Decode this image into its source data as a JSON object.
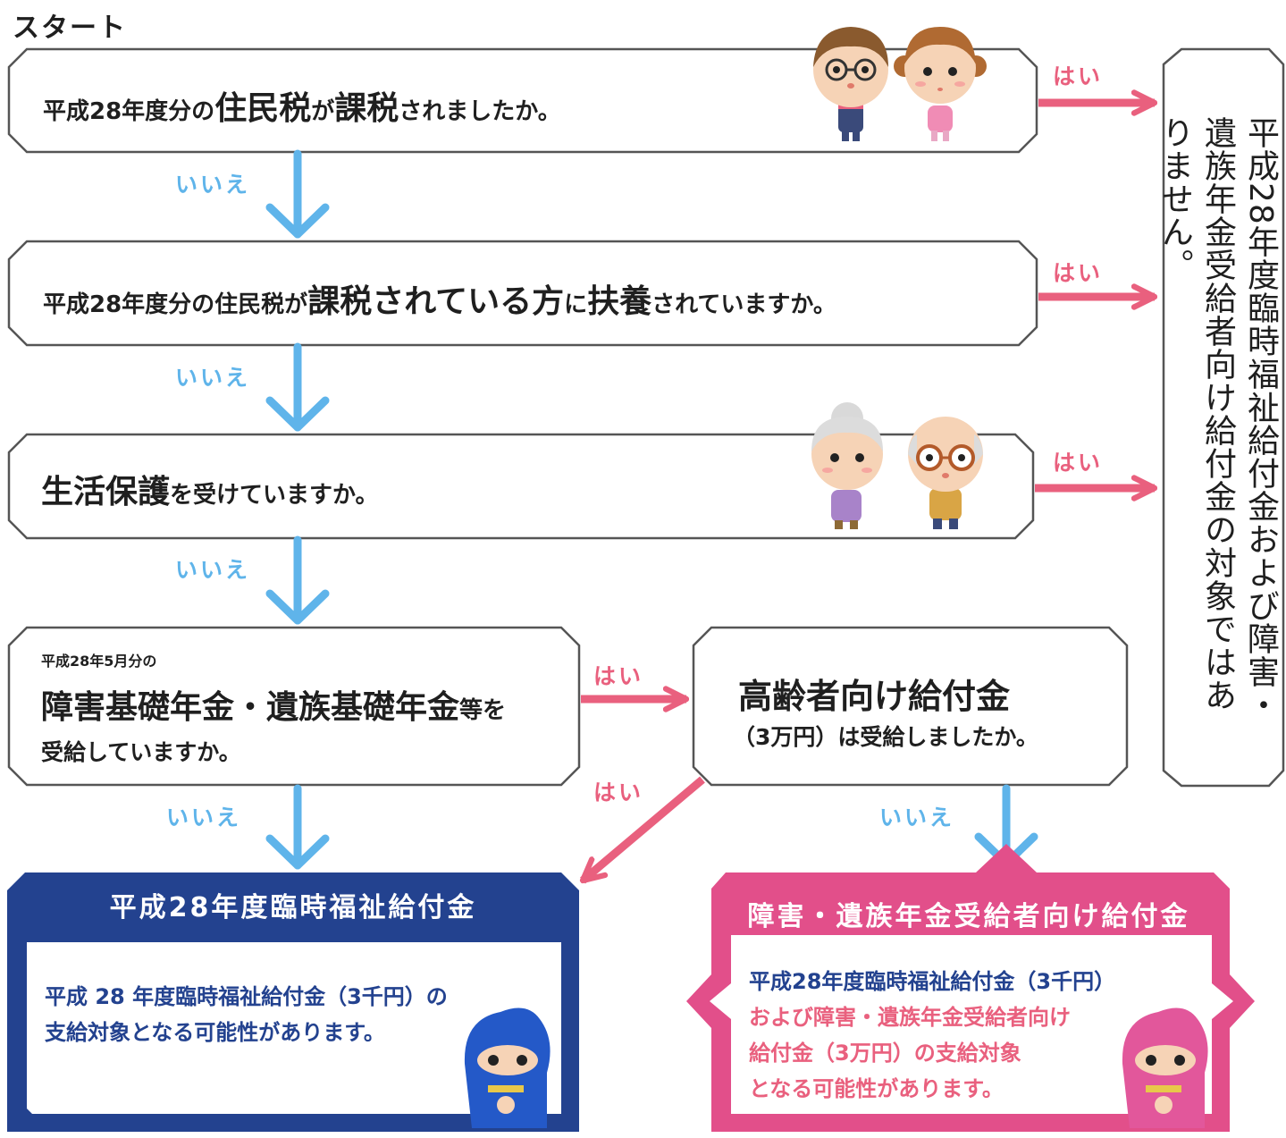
{
  "start": "スタート",
  "q1": {
    "a": "平成28年度分の",
    "b": "住民税",
    "c": "が",
    "d": "課税",
    "e": "されましたか。"
  },
  "q2": {
    "a": "平成28年度分の住民税が",
    "b": "課税されている方",
    "c": "に",
    "d": "扶養",
    "e": "されていますか。"
  },
  "q3": {
    "a": "生活保護",
    "b": "を受けていますか。"
  },
  "q4": {
    "line1": "平成28年5月分の",
    "main": "障害基礎年金・遺族基礎年金",
    "suffix": "等を",
    "line3": "受給していますか。"
  },
  "q5": {
    "title": "高齢者向け給付金",
    "sub": "（3万円）は受給しましたか。"
  },
  "labels": {
    "yes": "はい",
    "no": "いいえ"
  },
  "not_eligible": "平成28年度臨時福祉給付金および障害・遺族年金受給者向け給付金の対象ではありません。",
  "result_blue": {
    "title": "平成28年度臨時福祉給付金",
    "line1": "平成 28 年度臨時福祉給付金（3千円）の",
    "line2": "支給対象となる可能性があります。"
  },
  "result_pink": {
    "title": "障害・遺族年金受給者向け給付金",
    "line1": "平成28年度臨時福祉給付金（3千円）",
    "line2": "および障害・遺族年金受給者向け",
    "line3": "給付金（3万円）の支給対象",
    "line4": "となる可能性があります。"
  },
  "colors": {
    "yes": "#e9607e",
    "no": "#5fb4ea",
    "blue": "#23428f",
    "pink": "#e24f8a"
  },
  "icons": [
    "boy-glasses-icon",
    "girl-icon",
    "grandma-icon",
    "grandpa-icon",
    "ninja-blue-icon",
    "ninja-pink-icon"
  ]
}
